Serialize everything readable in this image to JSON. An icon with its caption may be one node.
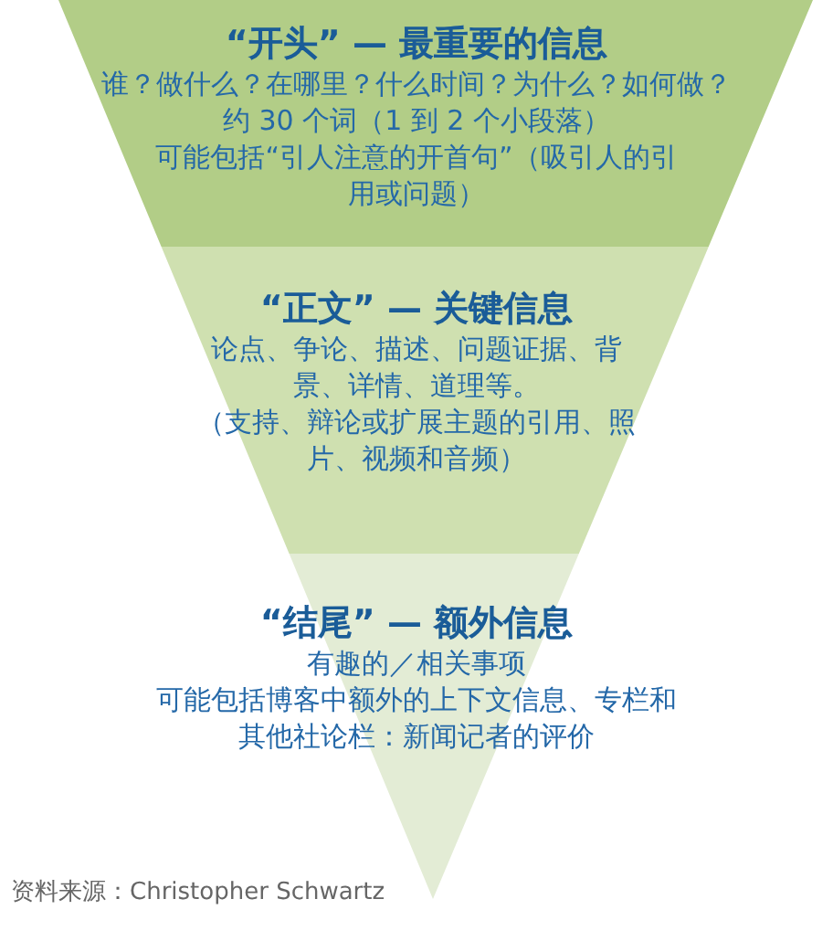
{
  "diagram": {
    "nodes": [
      {
        "text": [
          "“开头” — 最重要的信息",
          "谁？做什么？在哪里？什么时间？为什么？如何做？",
          "约 30 个词（1 到 2 个小段落）",
          "可能包括“引人注意的开首句”（吸引人的引用或问题）"
        ]
      },
      {
        "text": [
          "“正文” — 关键信息",
          "论点、争论、描述、问题证据、背景、详情、道理等。",
          "（支持、辩论或扩展主题的引用、照片、视频和音频）"
        ]
      },
      {
        "text": [
          "“结尾” — 额外信息",
          "有趣的／相关事项",
          "可能包括博客中额外的上下文信息、专栏和其他社论栏：新闻记者的评价"
        ]
      }
    ],
    "labels": [
      "资料来源：Christopher Schwartz"
    ]
  }
}
